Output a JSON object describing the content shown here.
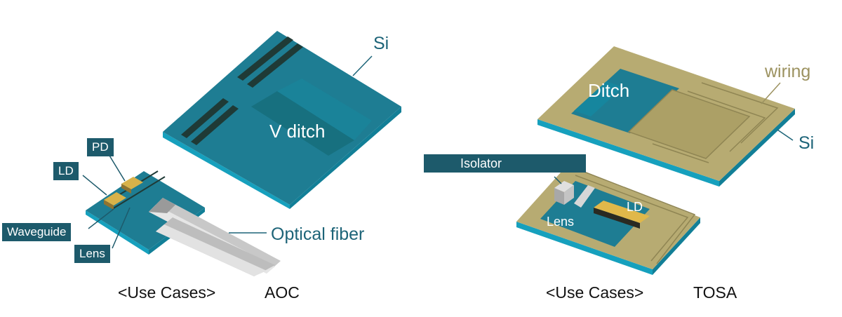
{
  "colors": {
    "teal_top": "#1e7d93",
    "teal_side": "#16a0bd",
    "teal_dark": "#155e70",
    "label_box": "#1d5a6b",
    "gold": "#b7ab72",
    "gold_dark": "#8f8553",
    "fiber": "#cfcfcf"
  },
  "aoc": {
    "si": "Si",
    "v_ditch": "V ditch",
    "pd": "PD",
    "ld": "LD",
    "waveguide": "Waveguide",
    "lens": "Lens",
    "optical_fiber": "Optical fiber",
    "caption_use_cases": "<Use Cases>",
    "caption_name": "AOC"
  },
  "tosa": {
    "wiring": "wiring",
    "ditch": "Ditch",
    "si": "Si",
    "isolator": "Isolator",
    "ld": "LD",
    "lens": "Lens",
    "caption_use_cases": "<Use Cases>",
    "caption_name": "TOSA"
  }
}
